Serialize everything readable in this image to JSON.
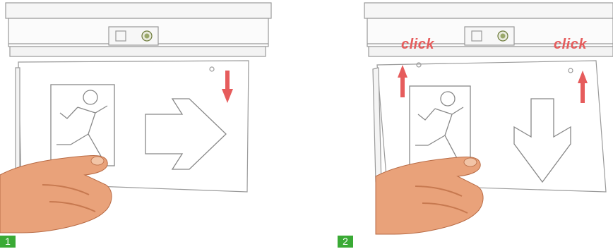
{
  "steps": [
    {
      "number": "1",
      "arrow_direction": "right",
      "motion": "down"
    },
    {
      "number": "2",
      "arrow_direction": "down",
      "motion": "up"
    }
  ],
  "labels": {
    "click_left": "click",
    "click_right": "click"
  },
  "colors": {
    "badge": "#3aaa35",
    "arrow": "#e65c5c",
    "housing_stroke": "#9a9a9a",
    "skin": "#e9a27a",
    "skin_shadow": "#c77950"
  },
  "icons": [
    "running-man-icon",
    "direction-arrow-icon",
    "red-motion-arrow-icon",
    "hand-illustration"
  ]
}
